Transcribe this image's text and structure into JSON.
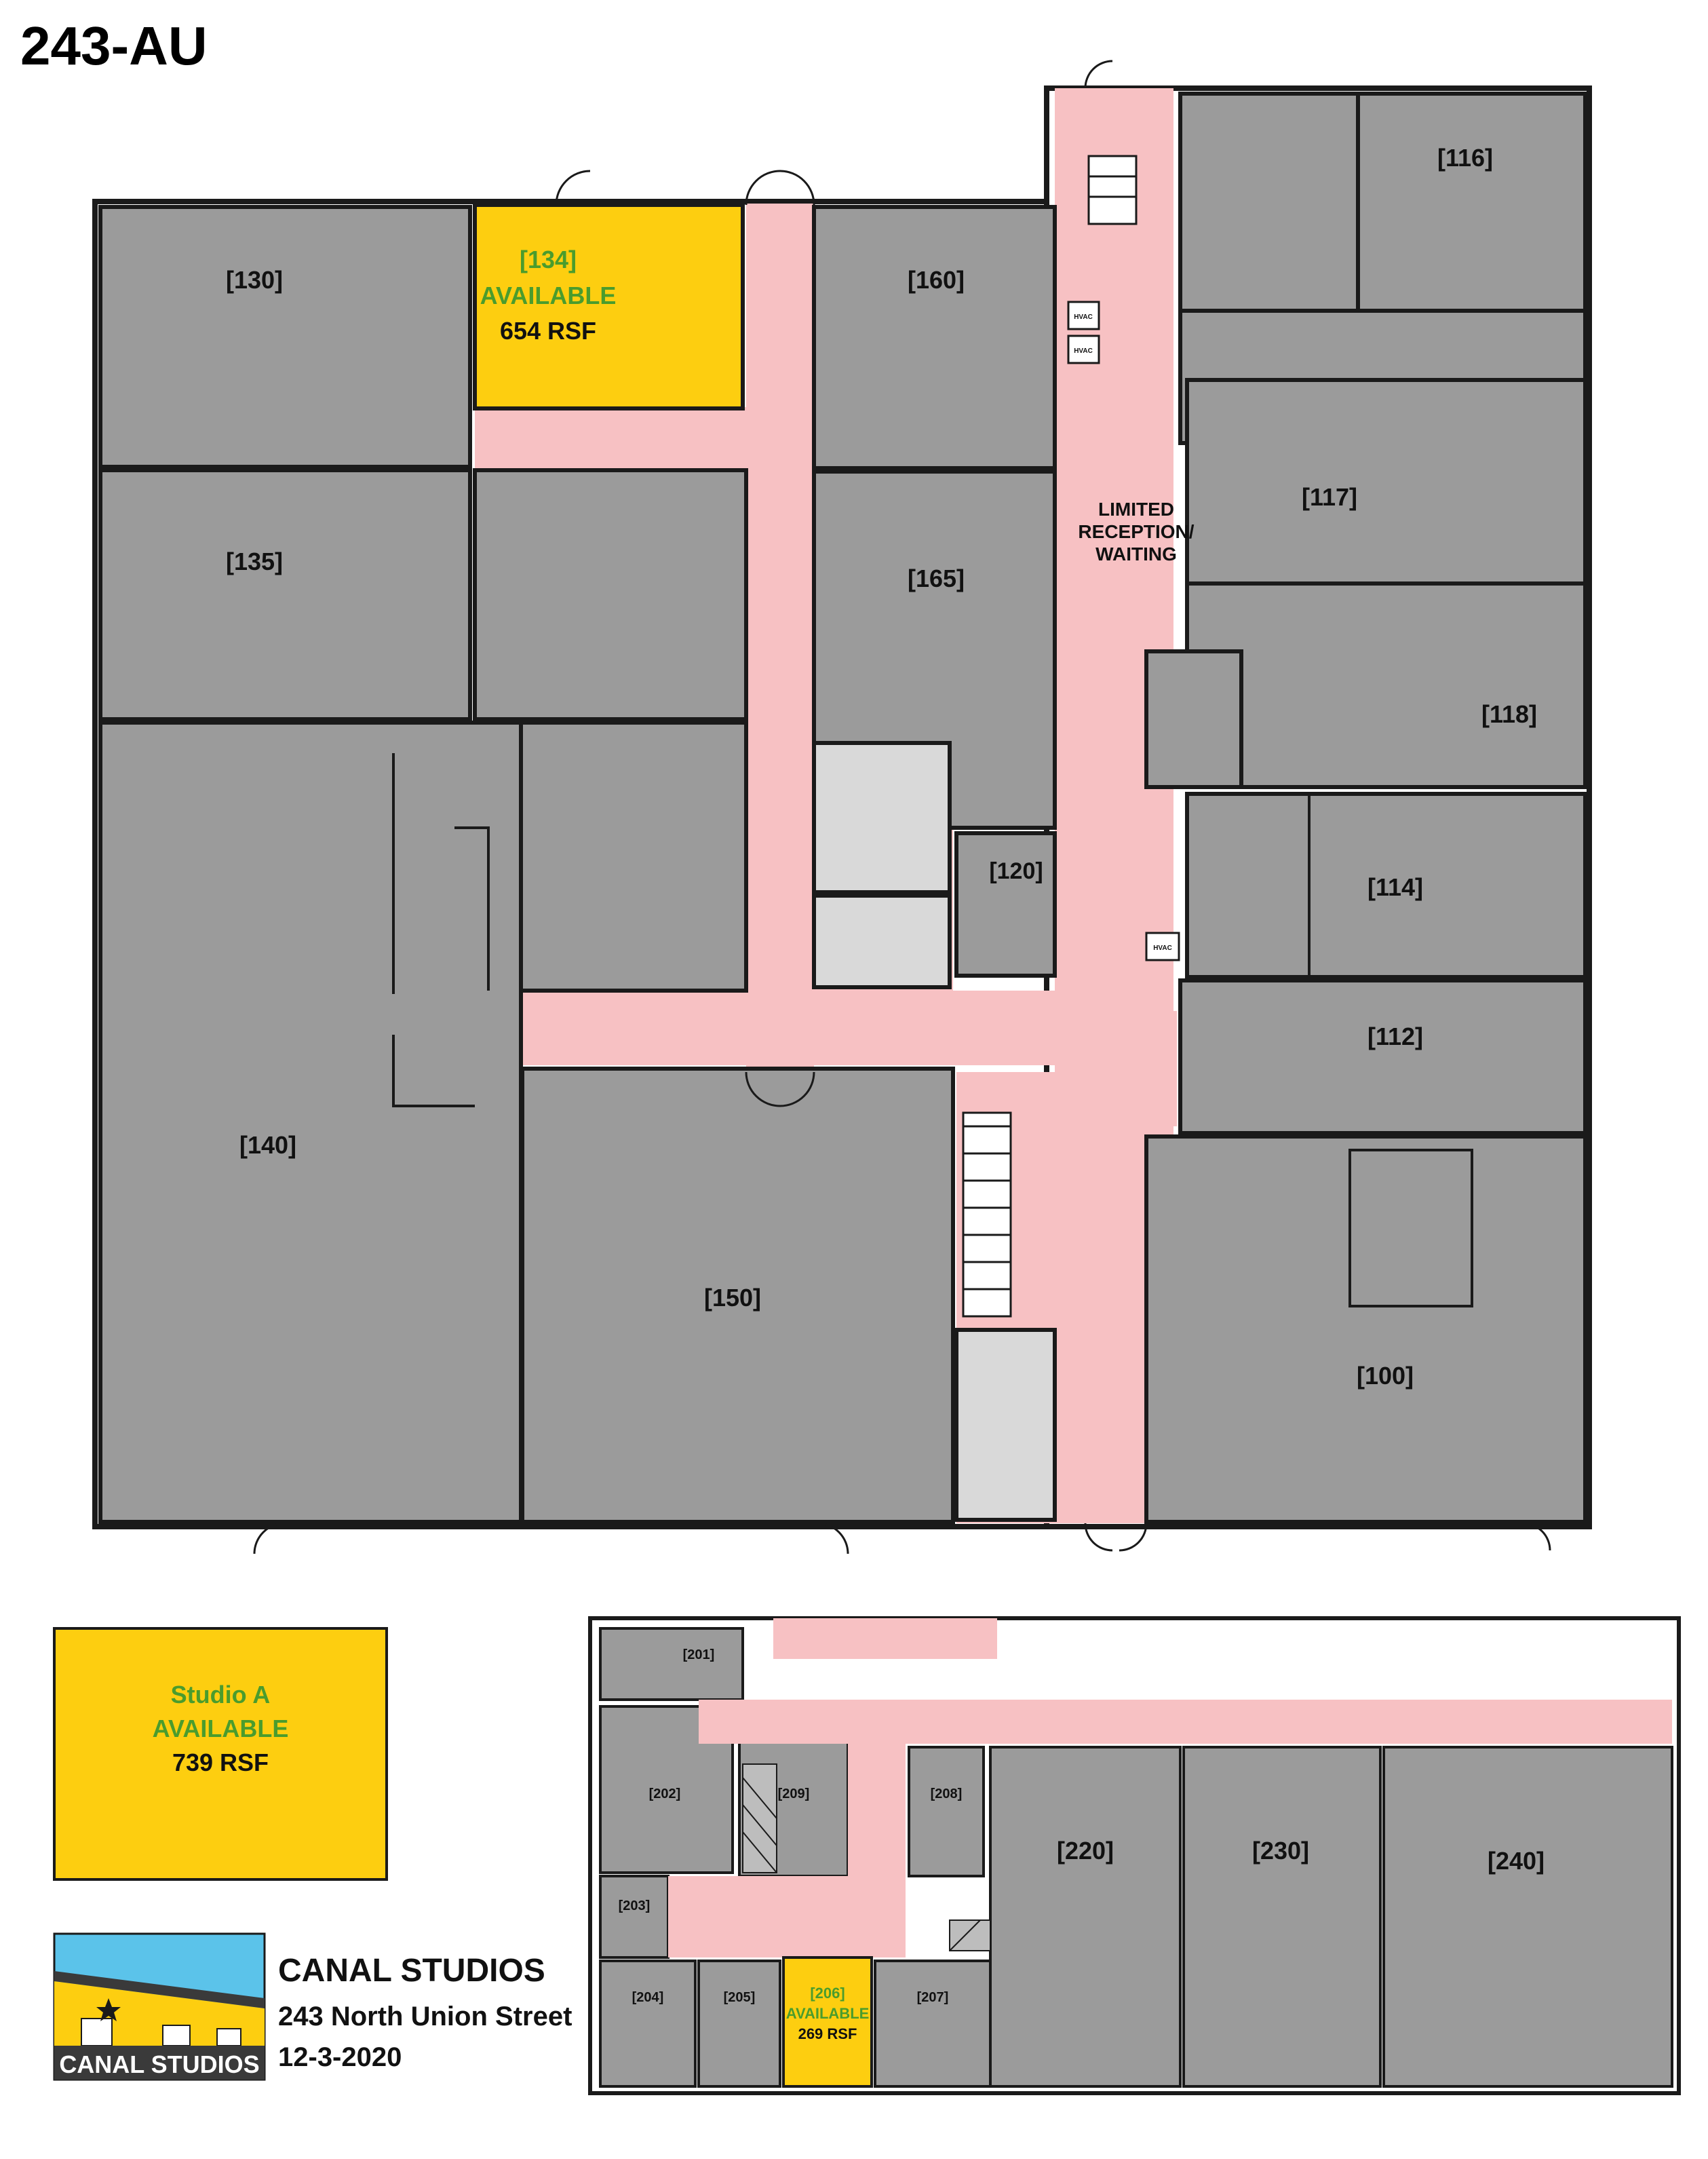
{
  "header": {
    "plan_id": "243-AU"
  },
  "colors": {
    "room": "#9b9b9b",
    "corridor": "#f7c1c3",
    "available": "#fdce10",
    "wall": "#1a1a1a",
    "available_text": "#4a9c2d"
  },
  "floor1": {
    "rooms": [
      {
        "id": "r130",
        "label": "[130]"
      },
      {
        "id": "r135",
        "label": "[135]"
      },
      {
        "id": "r140",
        "label": "[140]"
      },
      {
        "id": "r150",
        "label": "[150]"
      },
      {
        "id": "r160",
        "label": "[160]"
      },
      {
        "id": "r165",
        "label": "[165]"
      },
      {
        "id": "r120",
        "label": "[120]"
      },
      {
        "id": "r116",
        "label": "[116]"
      },
      {
        "id": "r117",
        "label": "[117]"
      },
      {
        "id": "r118",
        "label": "[118]"
      },
      {
        "id": "r114",
        "label": "[114]"
      },
      {
        "id": "r112",
        "label": "[112]"
      },
      {
        "id": "r100",
        "label": "[100]"
      }
    ],
    "available_unit": {
      "label": "[134]",
      "status": "AVAILABLE",
      "size": "654 RSF"
    },
    "reception": {
      "line1": "LIMITED",
      "line2": "RECEPTION/",
      "line3": "WAITING"
    },
    "hvac": "HVAC"
  },
  "studio_a": {
    "name_line1": "Studio A",
    "status": "AVAILABLE",
    "size": "739 RSF"
  },
  "floor2": {
    "rooms": [
      {
        "id": "r201",
        "label": "[201]"
      },
      {
        "id": "r202",
        "label": "[202]"
      },
      {
        "id": "r203",
        "label": "[203]"
      },
      {
        "id": "r204",
        "label": "[204]"
      },
      {
        "id": "r205",
        "label": "[205]"
      },
      {
        "id": "r207",
        "label": "[207]"
      },
      {
        "id": "r208",
        "label": "[208]"
      },
      {
        "id": "r209",
        "label": "[209]"
      },
      {
        "id": "r220",
        "label": "[220]"
      },
      {
        "id": "r230",
        "label": "[230]"
      },
      {
        "id": "r240",
        "label": "[240]"
      }
    ],
    "available_unit": {
      "label": "[206]",
      "status": "AVAILABLE",
      "size": "269 RSF"
    }
  },
  "footer": {
    "logo_text": "CANAL STUDIOS",
    "company": "CANAL STUDIOS",
    "address": "243 North Union Street",
    "date": "12-3-2020"
  }
}
